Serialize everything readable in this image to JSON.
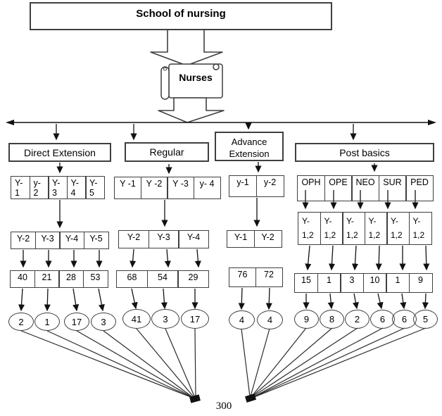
{
  "diagram": {
    "title": "School of nursing",
    "root_label": "Nurses",
    "total": "300"
  },
  "branches": [
    {
      "label": "Direct Extension",
      "row1": [
        "Y-\n1",
        "y-\n2",
        "Y-\n3",
        "Y-\n4",
        "Y-\n5"
      ],
      "row2": [
        "Y-2",
        "Y-3",
        "Y-4",
        "Y-5"
      ],
      "counts": [
        "40",
        "21",
        "28",
        "53"
      ],
      "samples": [
        "2",
        "1",
        "17",
        "3"
      ]
    },
    {
      "label": "Regular",
      "row1": [
        "Y -1",
        "Y -2",
        "Y -3",
        "y- 4"
      ],
      "row2": [
        "Y-2",
        "Y-3",
        "Y-4"
      ],
      "counts": [
        "68",
        "54",
        "29"
      ],
      "samples": [
        "41",
        "3",
        "17"
      ]
    },
    {
      "label": "Advance\nExtension",
      "row1": [
        "y-1",
        "y-2"
      ],
      "row2": [
        "Y-1",
        "Y-2"
      ],
      "counts": [
        "76",
        "72"
      ],
      "samples": [
        "4",
        "4"
      ]
    },
    {
      "label": "Post basics",
      "row1": [
        "OPH",
        "OPE",
        "NEO",
        "SUR",
        "PED"
      ],
      "row2": [
        "Y-\n1,2",
        "Y-\n1,2",
        "Y-\n1,2",
        "Y-\n1,2",
        "Y-\n1,2",
        "Y-\n1,2"
      ],
      "counts": [
        "15",
        "1",
        "3",
        "10",
        "1",
        "9"
      ],
      "samples": [
        "9",
        "8",
        "2",
        "6",
        "6",
        "5"
      ]
    }
  ]
}
